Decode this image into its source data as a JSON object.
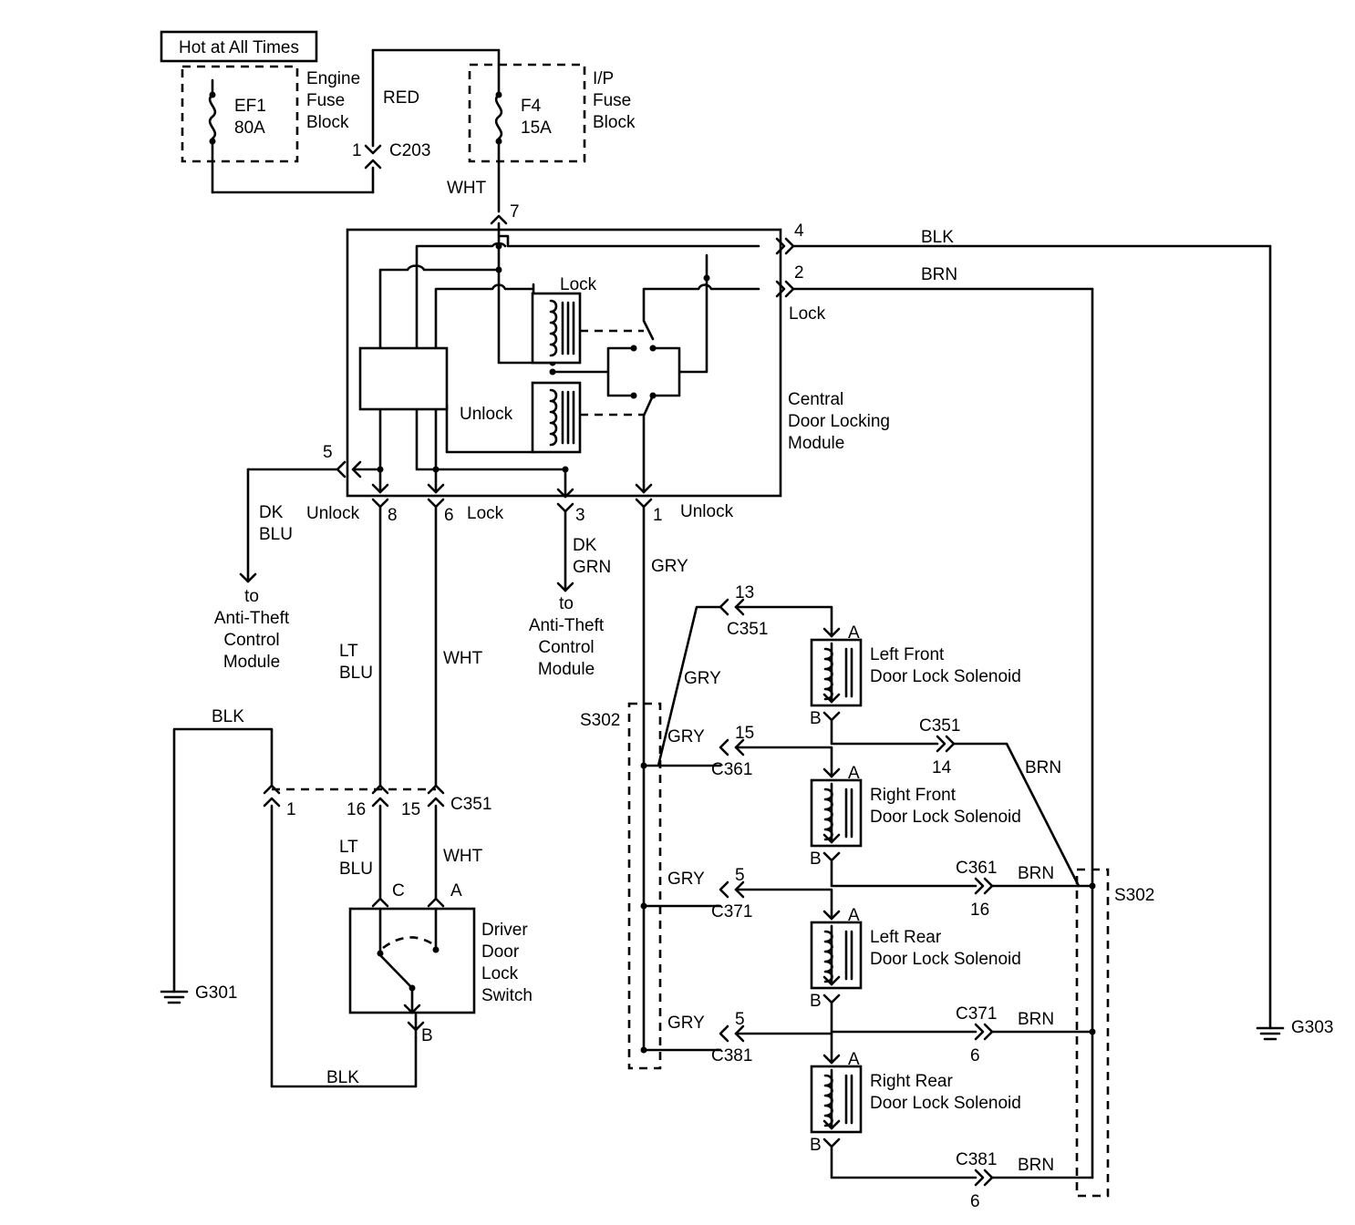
{
  "power_label": "Hot at All Times",
  "engine_fuse_block": {
    "label": [
      "Engine",
      "Fuse",
      "Block"
    ],
    "fuse": {
      "name": "EF1",
      "rating": "80A"
    }
  },
  "ip_fuse_block": {
    "label": [
      "I/P",
      "Fuse",
      "Block"
    ],
    "fuse": {
      "name": "F4",
      "rating": "15A"
    }
  },
  "c203": {
    "connector": "C203",
    "pin": "1",
    "wire": "RED"
  },
  "module": {
    "label": [
      "Central",
      "Door Locking",
      "Module"
    ],
    "input_wire": "WHT",
    "relay_lock": "Lock",
    "relay_unlock": "Unlock",
    "pins": {
      "p7": "7",
      "p4": "4",
      "p2": "2",
      "p5": "5",
      "p8": "8",
      "p6": "6",
      "p3": "3",
      "p1": "1"
    },
    "pin_labels": {
      "p2": "Lock",
      "p8": "Unlock",
      "p6": "Lock",
      "p1": "Unlock"
    }
  },
  "wires": {
    "p4": "BLK",
    "p2": "BRN",
    "p5": [
      "DK",
      "BLU"
    ],
    "p3": [
      "DK",
      "GRN"
    ],
    "p8": [
      "LT",
      "BLU"
    ],
    "p6": "WHT",
    "p1": "GRY",
    "switch_c": [
      "LT",
      "BLU"
    ],
    "switch_a": "WHT",
    "ground_g301": "BLK",
    "switch_b": "BLK",
    "splice_to_c351": "GRY"
  },
  "destinations": {
    "from_p5": [
      "to",
      "Anti-Theft",
      "Control",
      "Module"
    ],
    "from_p3": [
      "to",
      "Anti-Theft",
      "Control",
      "Module"
    ]
  },
  "grounds": {
    "left": "G301",
    "right": "G303"
  },
  "splice": "S302",
  "c351_left": {
    "connector": "C351",
    "pins": [
      "1",
      "16",
      "15"
    ]
  },
  "driver_switch": {
    "label": [
      "Driver",
      "Door",
      "Lock",
      "Switch"
    ],
    "terminals": {
      "c": "C",
      "a": "A",
      "b": "B"
    }
  },
  "solenoids": [
    {
      "name": [
        "Left Front",
        "Door Lock Solenoid"
      ],
      "term_a": "A",
      "term_b": "B",
      "gry_conn": "C351",
      "gry_pin": "13",
      "gry_wire": "GRY",
      "brn_conn": "C351",
      "brn_pin": "14",
      "brn_wire": "BRN"
    },
    {
      "name": [
        "Right Front",
        "Door Lock Solenoid"
      ],
      "term_a": "A",
      "term_b": "B",
      "gry_conn": "C361",
      "gry_pin": "15",
      "gry_wire": "GRY",
      "brn_conn": "C361",
      "brn_pin": "16",
      "brn_wire": "BRN"
    },
    {
      "name": [
        "Left Rear",
        "Door Lock Solenoid"
      ],
      "term_a": "A",
      "term_b": "B",
      "gry_conn": "C371",
      "gry_pin": "5",
      "gry_wire": "GRY",
      "brn_conn": "C371",
      "brn_pin": "6",
      "brn_wire": "BRN"
    },
    {
      "name": [
        "Right Rear",
        "Door Lock Solenoid"
      ],
      "term_a": "A",
      "term_b": "B",
      "gry_conn": "C381",
      "gry_pin": "5",
      "gry_wire": "GRY",
      "brn_conn": "C381",
      "brn_pin": "6",
      "brn_wire": "BRN"
    }
  ]
}
